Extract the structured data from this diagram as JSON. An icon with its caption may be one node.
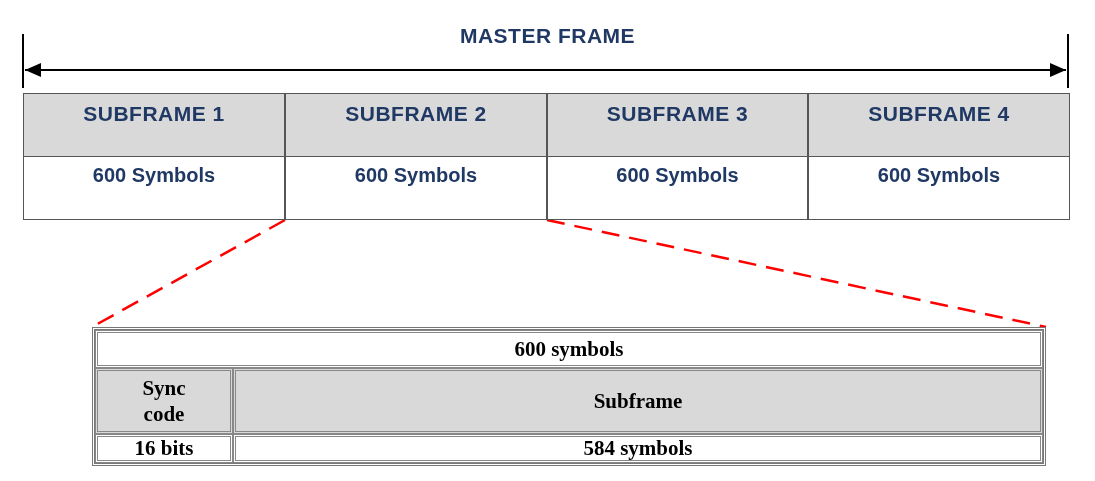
{
  "diagram": {
    "title": "MASTER FRAME",
    "nodes": [
      {
        "text": [
          "SUBFRAME 1",
          "600 Symbols"
        ]
      },
      {
        "text": [
          "SUBFRAME 2",
          "600 Symbols"
        ]
      },
      {
        "text": [
          "SUBFRAME 3",
          "600 Symbols"
        ]
      },
      {
        "text": [
          "SUBFRAME 4",
          "600 Symbols"
        ]
      },
      {
        "text": [],
        "shape": "box"
      },
      {
        "text": [
          "600 symbols"
        ],
        "in": 4
      },
      {
        "text": [
          "Sync code"
        ],
        "in": 4
      },
      {
        "text": [
          "Subframe"
        ],
        "in": 4
      },
      {
        "text": [
          "16 bits"
        ],
        "in": 4
      },
      {
        "text": [
          "584 symbols"
        ],
        "in": 4
      }
    ],
    "edges": [
      {
        "from": 1,
        "to": 4,
        "arrow": "none",
        "style": "dashed",
        "color": "#ff0000"
      },
      {
        "from": 1,
        "to": 4,
        "arrow": "none",
        "style": "dashed",
        "color": "#ff0000"
      }
    ]
  }
}
